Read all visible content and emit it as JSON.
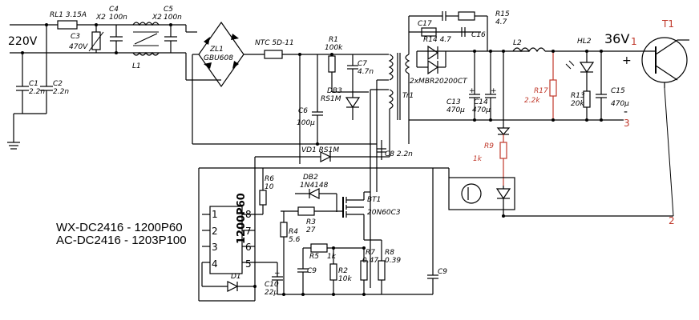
{
  "input_voltage": "220V",
  "output_voltage": "36V",
  "models": [
    "WX-DC2416 - 1200P60",
    "AC-DC2416 - 1203P100"
  ],
  "ic_label": "1200P60",
  "ic_pins_left": [
    "1",
    "2",
    "3",
    "4"
  ],
  "ic_pins_right": [
    "8",
    "7",
    "6",
    "5"
  ],
  "transistor_label": "T1",
  "terminals": [
    {
      "text": "1",
      "color": "#c0392b"
    },
    {
      "text": "2",
      "color": "#c0392b"
    },
    {
      "text": "3",
      "color": "#c0392b"
    }
  ],
  "components": {
    "rl1": "RL1  3.15A",
    "c4": "C4",
    "c4v": "100n",
    "c5": "C5",
    "c5v": "100n",
    "x2a": "X2",
    "x2b": "X2",
    "c3": "C3",
    "c3v": "470V",
    "l1": "L1",
    "c1": "C1",
    "c1v": "2.2n",
    "c2": "C2",
    "c2v": "2.2n",
    "zl1": "ZL1",
    "zl1v": "GBU608",
    "ntc": "NTC 5D-11",
    "r1": "R1",
    "r1v": "100k",
    "c7": "C7",
    "c7v": "4.7n",
    "db3": "DB3",
    "db3v": "RS1M",
    "c6": "C6",
    "c6v": "100µ",
    "c17": "C17",
    "r15": "R15",
    "r15v": "4.7",
    "r14": "R14  4.7",
    "c16": "C16",
    "mbr": "2xMBR20200CT",
    "tr1": "Tr1",
    "l2": "L2",
    "hl2": "HL2",
    "c13": "C13",
    "c13v": "470µ",
    "c14": "C14",
    "c14v": "470µ",
    "r17": "R17",
    "r17v": "2.2k",
    "r13": "R13",
    "r13v": "20k",
    "c15": "C15",
    "c15v": "470µ",
    "vd1": "VD1  RS1M",
    "c8": "C8   2.2n",
    "r9": "R9",
    "r9v": "1k",
    "r6": "R6",
    "r6v": "10",
    "db2": "DB2",
    "db2v": "1N4148",
    "bt1": "BT1",
    "bt1v": "20N60C3",
    "r3": "R3",
    "r3v": "27",
    "r4": "R4",
    "r4v": "5.6",
    "r5": "R5",
    "r5v": "1k",
    "r2": "R2",
    "r2v": "10k",
    "r7": "R7",
    "r7v": "0.47",
    "r8": "R8",
    "r8v": "0.39",
    "c9a": "C9",
    "c9b": "C9",
    "d1": "D1",
    "c10": "C10",
    "c10v": "22µ",
    "plus": "+",
    "minus": "-"
  }
}
